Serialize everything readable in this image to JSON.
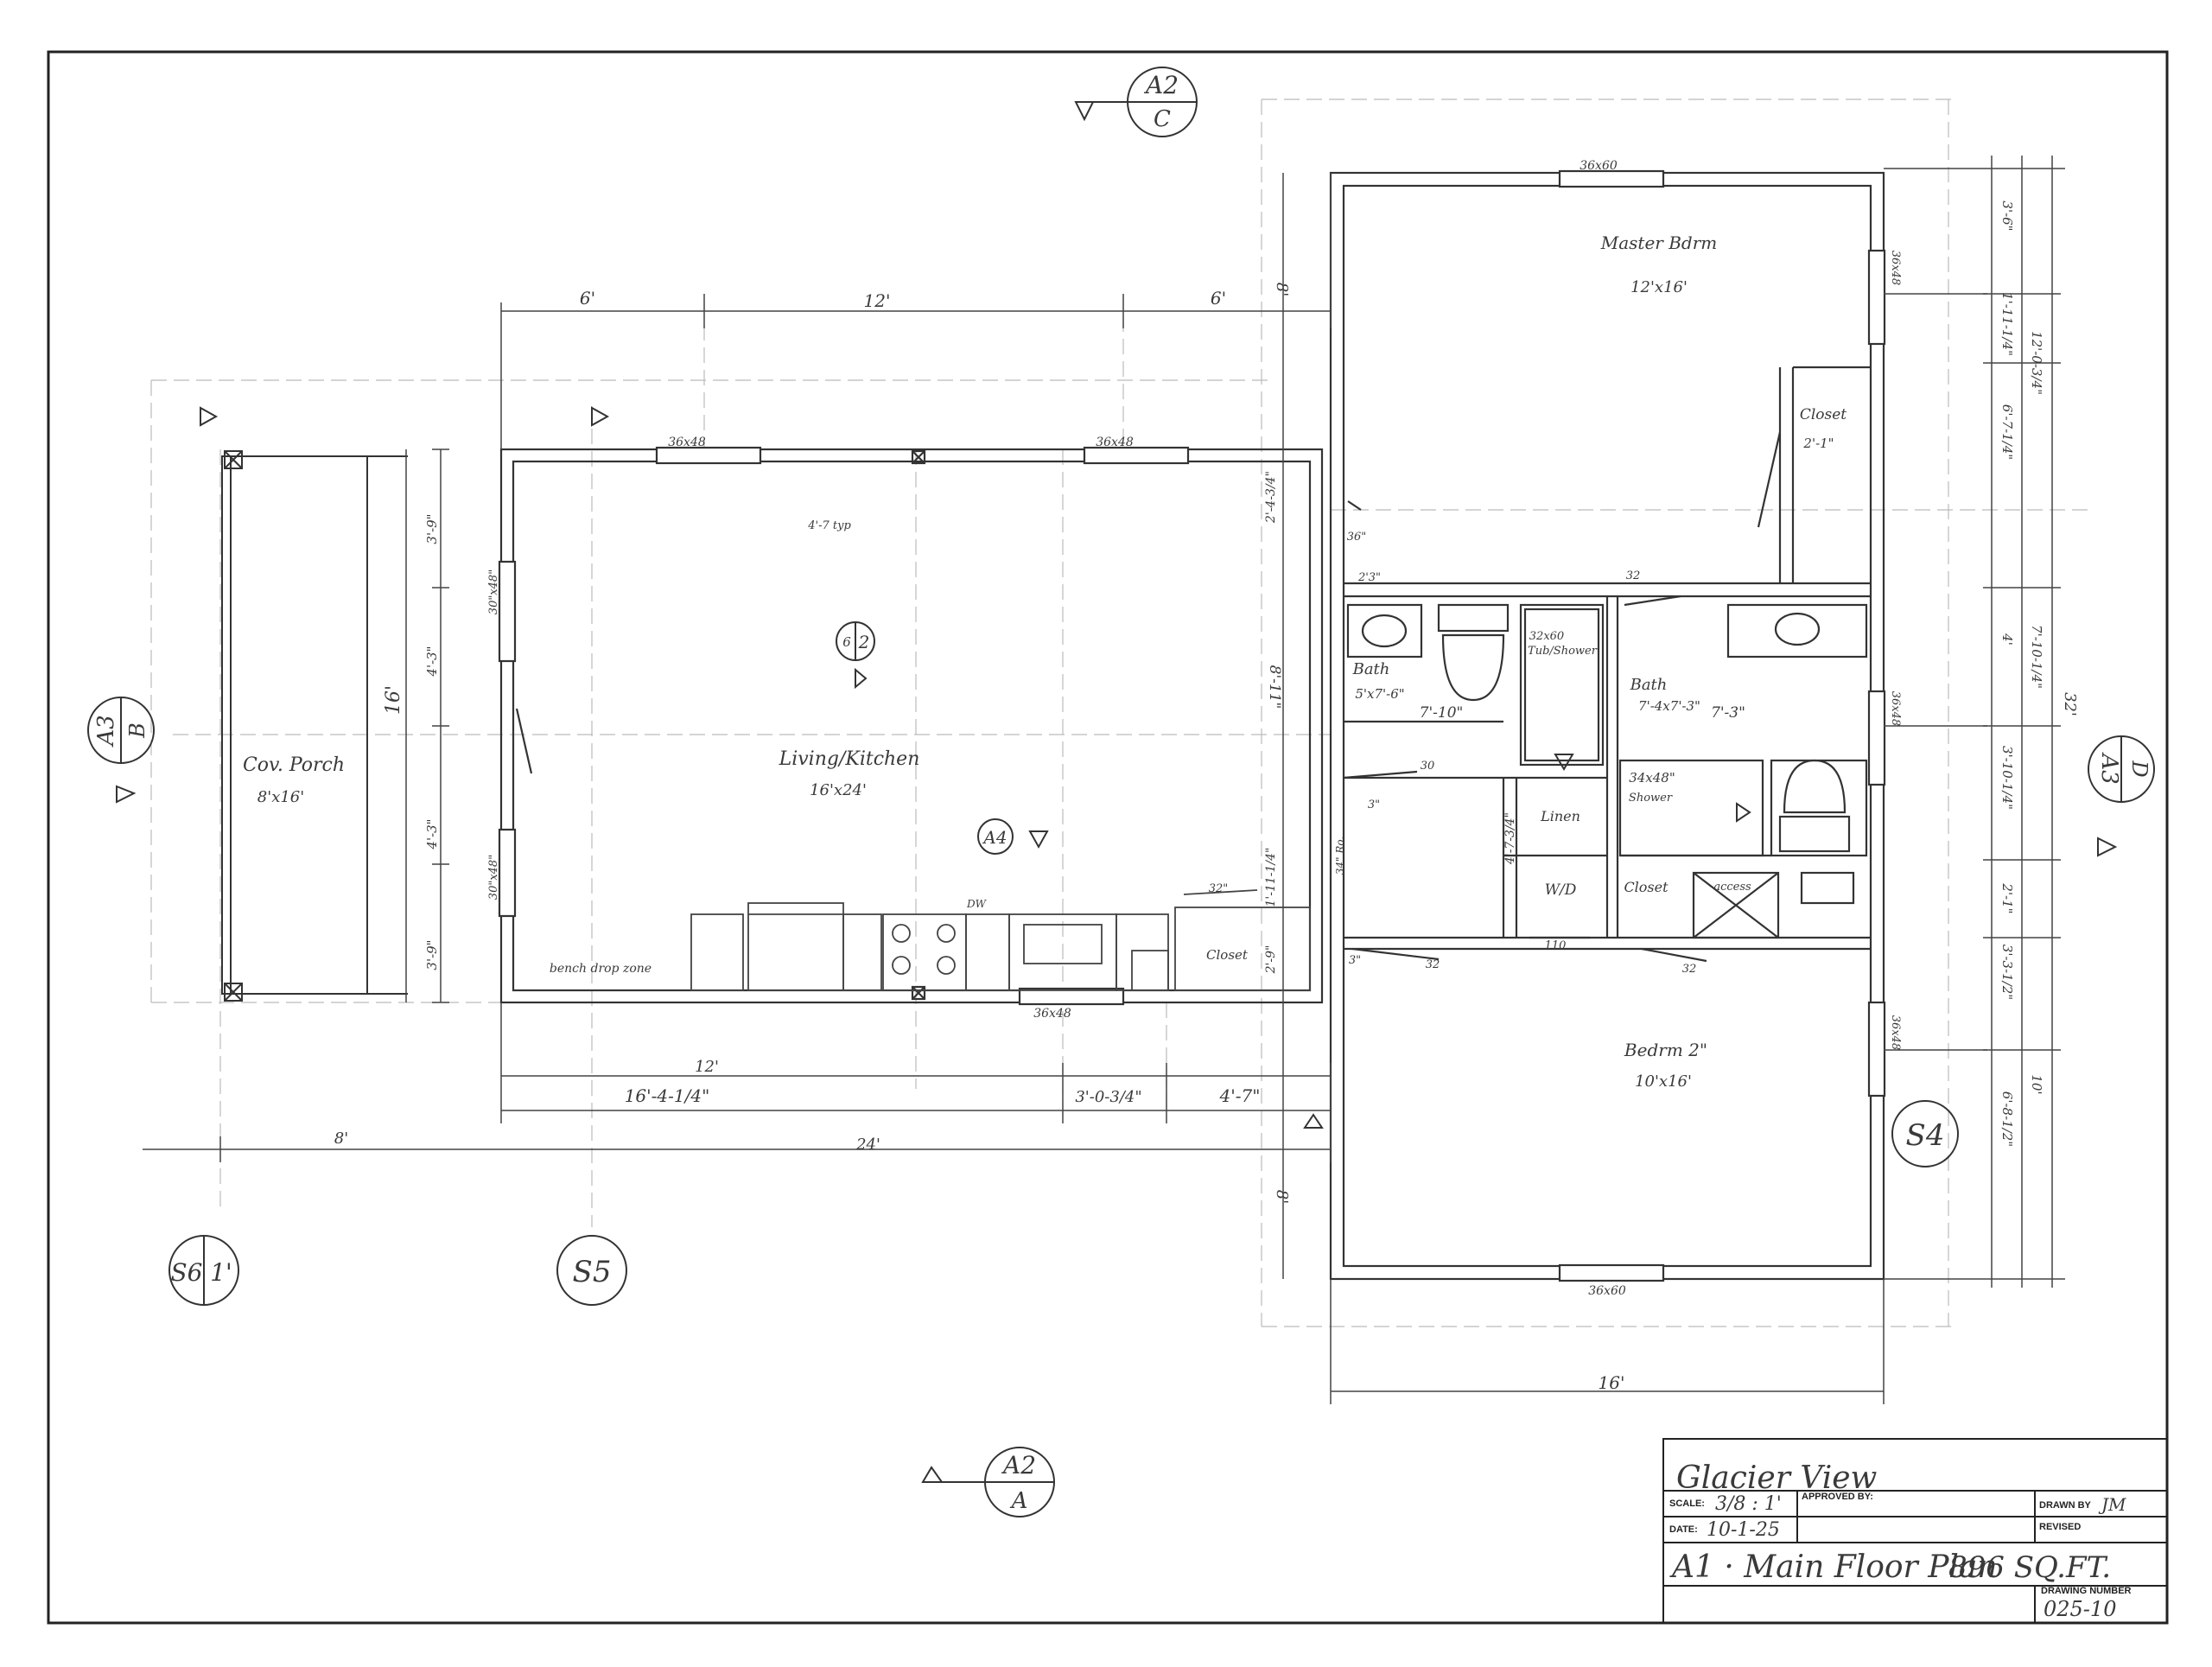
{
  "section_markers": {
    "top": {
      "sheet": "A2",
      "detail": "C"
    },
    "bottom": {
      "sheet": "A2",
      "detail": "A"
    },
    "left": {
      "sheet": "A3",
      "detail": "B"
    },
    "right": {
      "sheet": "A3",
      "detail": "D"
    },
    "interior": {
      "sheet": "6",
      "detail": "2"
    }
  },
  "callouts": [
    "A4",
    "S4",
    "S5",
    "S6",
    "1'"
  ],
  "rooms": {
    "porch": {
      "name": "Cov. Porch",
      "size": "8'x16'"
    },
    "living": {
      "name": "Living/Kitchen",
      "size": "16'x24'"
    },
    "master": {
      "name": "Master Bdrm",
      "size": "12'x16'"
    },
    "bath1": {
      "name": "Bath",
      "size": "5'x7'-6\""
    },
    "bath2": {
      "name": "Bath",
      "size": "7'-4x7'-3\""
    },
    "bedroom2": {
      "name": "Bedrm 2\"",
      "size": "10'x16'"
    },
    "closet_master": {
      "name": "Closet",
      "size": "2'-1\""
    },
    "closet_kitchen": "Closet",
    "closet_utility": "Closet",
    "linen": "Linen",
    "wd": "W/D",
    "shower": {
      "size": "34x48\"",
      "name": "Shower"
    },
    "tub": {
      "size": "32x60",
      "name": "Tub/Shower"
    },
    "access": "access"
  },
  "window_labels": {
    "w36x60_top": "36x60",
    "w36x60_bottom": "36x60",
    "w36x48_a": "36x48",
    "w36x48_b": "36x48",
    "w36x48_c": "36x48",
    "w36x48_d": "36x48",
    "w36x48_e": "36x48",
    "w36x48_f": "36x48",
    "w30x48_a": "30\"x48\"",
    "w30x48_b": "30\"x48\"",
    "w34_rough": "34\" Ro."
  },
  "dimensions": {
    "top_6_left": "6'",
    "top_12": "12'",
    "top_6_right": "6'",
    "top_8": "8'",
    "porch_16": "16'",
    "porch_3_9_a": "3'-9\"",
    "porch_4_3_a": "4'-3\"",
    "porch_4_3_b": "4'-3\"",
    "porch_3_9_b": "3'-9\"",
    "bottom_12": "12'",
    "bottom_16_4": "16'-4-1/4\"",
    "bottom_3_0": "3'-0-3/4\"",
    "bottom_4_7": "4'-7\"",
    "bottom_8": "8'",
    "bottom_24": "24'",
    "right_16": "16'",
    "living_8_11": "8'-11\"",
    "living_2_4": "2'-4-3/4\"",
    "living_1_11": "1'-11-1/4\"",
    "living_2_9": "2'-9\"",
    "bath_7_10": "7'-10\"",
    "bath_7_3": "7'-3\"",
    "bath_4_7": "4'-7-3/4\"",
    "east_3_6": "3'-6\"",
    "east_1_11": "1'-11-1/4\"",
    "east_12_0": "12'-0-3/4\"",
    "east_6_7": "6'-7-1/4\"",
    "east_4": "4'",
    "east_7_10": "7'-10-1/4\"",
    "east_32": "32'",
    "east_3_10": "3'-10-1/4\"",
    "east_2_1": "2'-1\"",
    "east_3_3": "3'-3-1/2\"",
    "east_10": "10'",
    "east_6_8": "6'-8-1/2\"",
    "west_8": "8'",
    "door_36": "36\"",
    "door_30": "30",
    "door_32_a": "32",
    "door_32_b": "32",
    "door_32_c": "32\"",
    "door_110": "110",
    "door_3_a": "3\"",
    "door_3_b": "3\"",
    "door_2_3": "2'3\"",
    "door_32d": "32",
    "typ": "4'-7 typ",
    "dw": "DW",
    "bench": "bench drop zone"
  },
  "title_block": {
    "project": "Glacier View",
    "scale_label": "SCALE:",
    "scale_value": "3/8 : 1'",
    "approved_label": "APPROVED BY:",
    "drawn_label": "DRAWN BY",
    "drawn_value": "JM",
    "date_label": "DATE:",
    "date_value": "10-1-25",
    "revised_label": "REVISED",
    "sheet_title": "A1 · Main Floor Plan",
    "area": "896 SQ.FT.",
    "drawing_number_label": "DRAWING NUMBER",
    "drawing_number": "025-10"
  }
}
